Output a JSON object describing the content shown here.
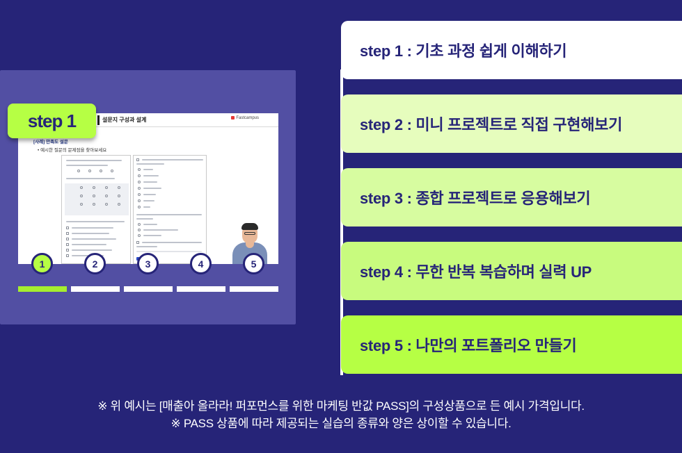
{
  "preview": {
    "badge": "step 1",
    "slide_title": "설문지 구성과 설계",
    "slide_brand": "Fastcampus",
    "slide_section": "[사례] 만족도 설문",
    "slide_bullet": "•  예시한 질문의 문제점을 찾아보세요",
    "step_numbers": [
      "1",
      "2",
      "3",
      "4",
      "5"
    ],
    "active_step": 1
  },
  "steps": [
    {
      "label": "step 1 : 기초 과정 쉽게 이해하기",
      "color": "#ffffff"
    },
    {
      "label": "step 2 : 미니 프로젝트로 직접 구현해보기",
      "color": "#e6fdbd"
    },
    {
      "label": "step 3 : 종합 프로젝트로 응용해보기",
      "color": "#d7fca0"
    },
    {
      "label": "step 4 : 무한 반복 복습하며 실력 UP",
      "color": "#c8fb7e"
    },
    {
      "label": "step 5 : 나만의 포트폴리오 만들기",
      "color": "#b6ff44"
    }
  ],
  "footnotes": [
    "※ 위 예시는 [매출아 올라라! 퍼포먼스를 위한 마케팅 반값 PASS]의 구성상품으로 든 예시 가격입니다.",
    "※ PASS 상품에 따라 제공되는 실습의 종류와 양은 상이할 수 있습니다."
  ],
  "colors": {
    "background": "#262478",
    "panel": "#524fa3",
    "accent": "#b6ff44",
    "text_dark": "#262478"
  }
}
